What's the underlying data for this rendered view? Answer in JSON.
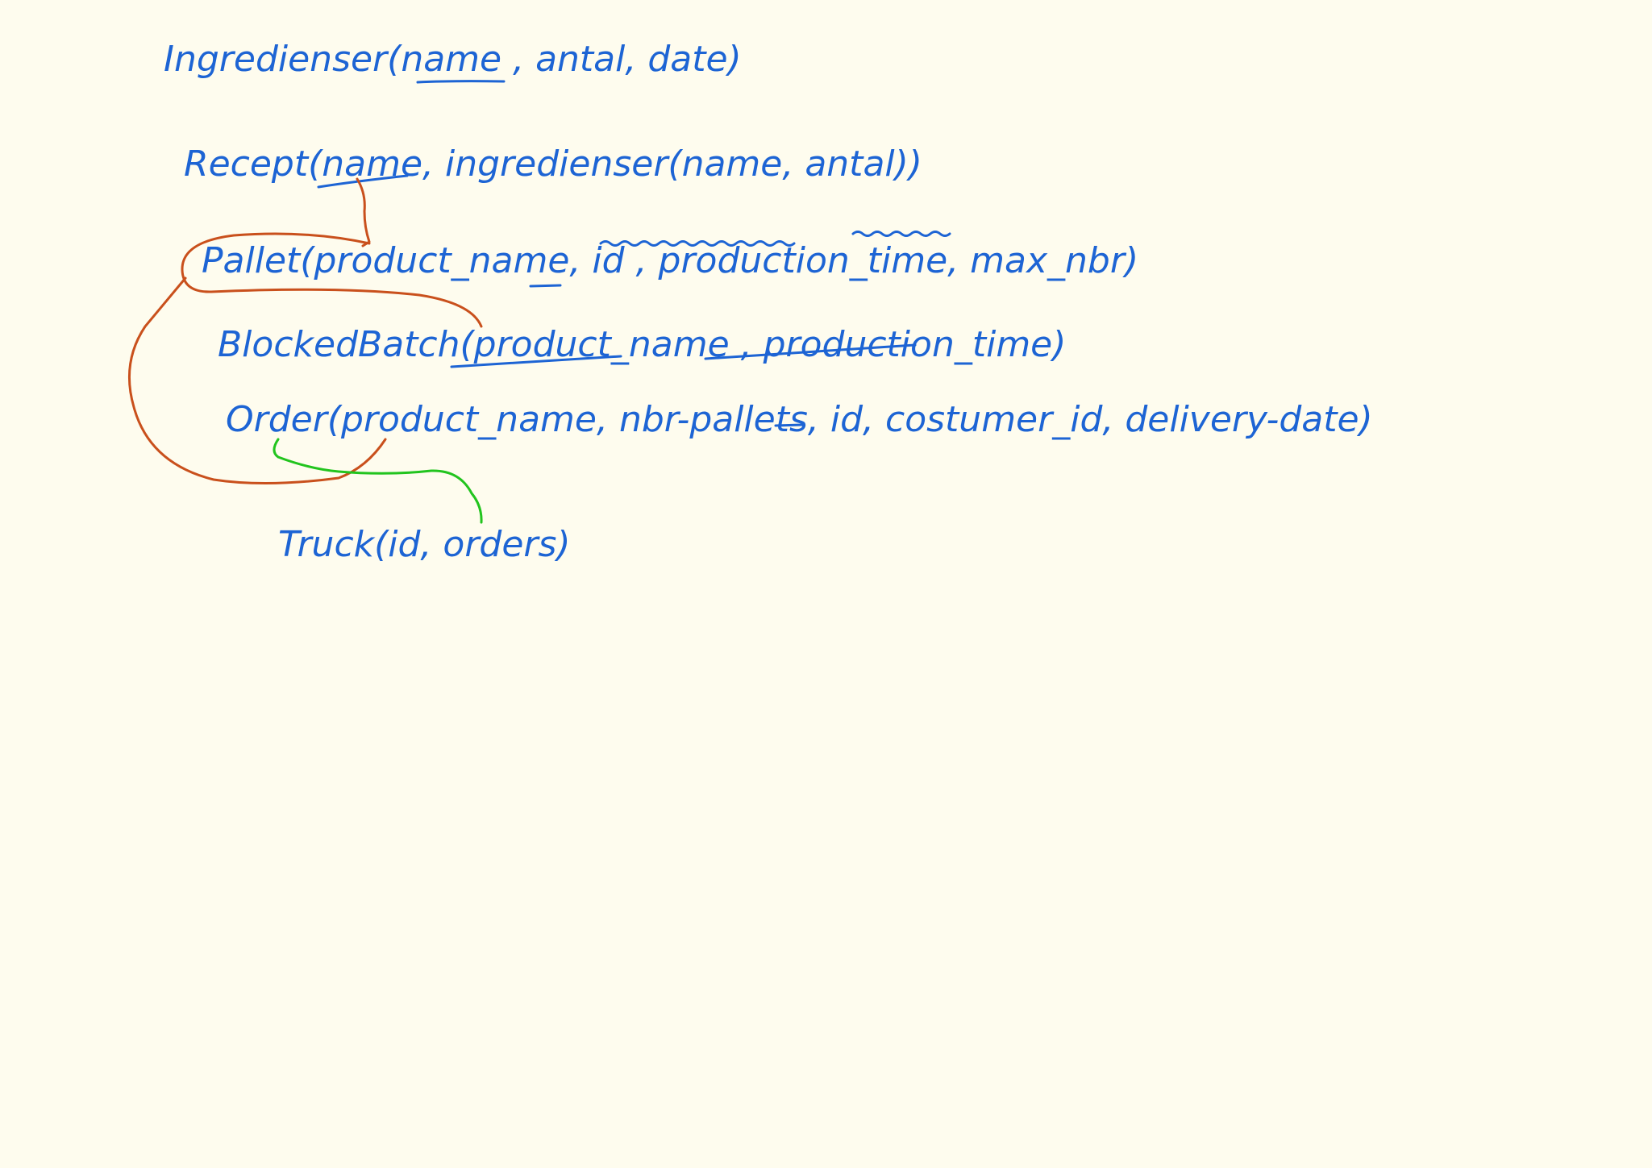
{
  "schema": {
    "ingredienser": {
      "table": "Ingredienser(",
      "key": "name",
      "rest": " , antal, date)"
    },
    "recept": {
      "table": "Recept(",
      "key": "name",
      "rest": ", ingredienser(name, antal))"
    },
    "pallet": {
      "table": "Pallet(",
      "fk": "product_name",
      "sep1": ", ",
      "key": "id",
      "sep2": " , ",
      "attr1": "production_time",
      "sep3": ", ",
      "attr2": "max_nbr",
      "close": ")"
    },
    "blocked_batch": {
      "table": "BlockedBatch(",
      "key1": "product_name",
      "sep": " , ",
      "key2": "production_time",
      "close": ")"
    },
    "order": {
      "table": "Order(",
      "fk": "product_name",
      "mid": ", nbr-pallets, ",
      "key": "id",
      "rest": ", costumer_id, delivery-date)"
    },
    "truck": {
      "text": "Truck(id, orders)"
    }
  },
  "colors": {
    "ink": "#1d64d4",
    "relation_orange": "#c9501c",
    "relation_green": "#22c41e",
    "paper": "#fefcee"
  }
}
